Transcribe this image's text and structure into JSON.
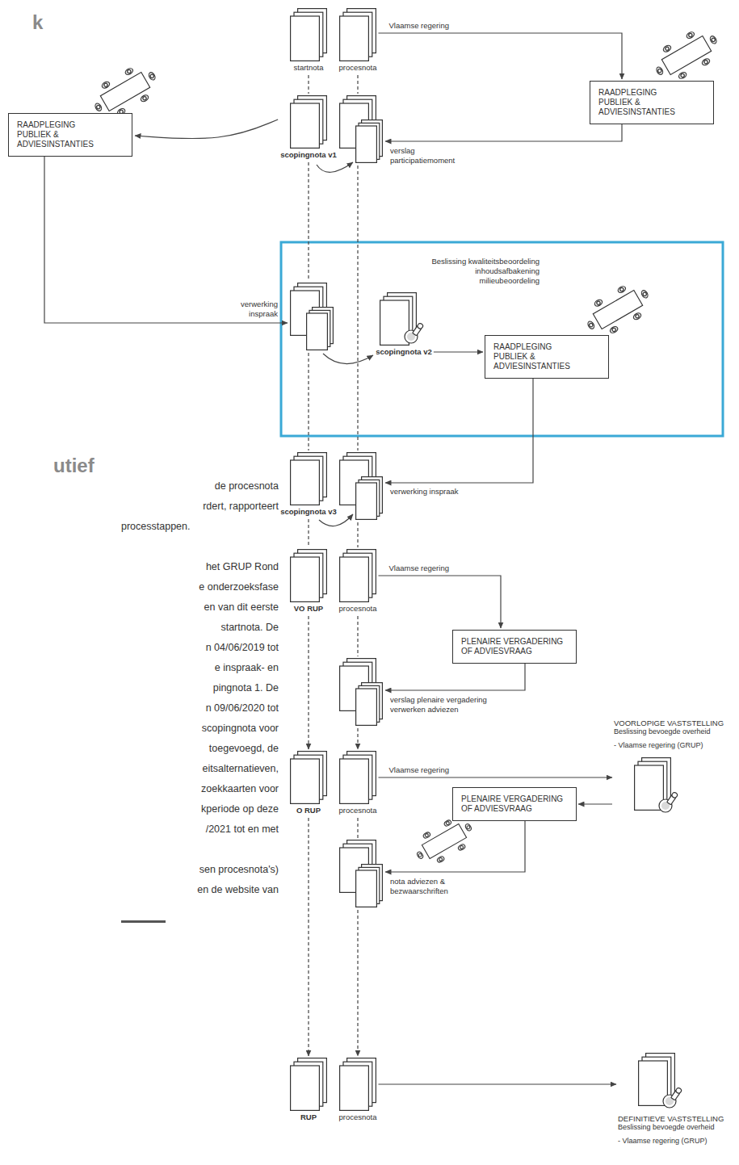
{
  "diagram": {
    "nodes": [
      {
        "text": [
          "startnota"
        ]
      },
      {
        "text": [
          "procesnota"
        ]
      },
      {
        "text": [
          "RAADPLEGING PUBLIEK & ADVIESINSTANTIES"
        ]
      },
      {
        "text": [
          "RAADPLEGING PUBLIEK & ADVIESINSTANTIES"
        ]
      },
      {
        "text": [
          "scopingnota v1"
        ]
      },
      {
        "text": [
          "scopingnota v2"
        ]
      },
      {
        "text": [
          "RAADPLEGING PUBLIEK & ADVIESINSTANTIES"
        ]
      },
      {
        "text": [
          "scopingnota v3"
        ]
      },
      {
        "text": [
          "VO RUP"
        ]
      },
      {
        "text": [
          "procesnota"
        ]
      },
      {
        "text": [
          "PLENAIRE VERGADERING OF ADVIESVRAAG"
        ]
      },
      {
        "text": [
          "VOORLOPIGE VASTSTELLING",
          "Beslissing bevoegde overheid",
          "- Vlaamse regering (GRUP)"
        ]
      },
      {
        "text": [
          "O RUP"
        ]
      },
      {
        "text": [
          "procesnota"
        ]
      },
      {
        "text": [
          "PLENAIRE VERGADERING OF ADVIESVRAAG"
        ]
      },
      {
        "text": [
          "RUP"
        ]
      },
      {
        "text": [
          "procesnota"
        ]
      },
      {
        "text": [
          "DEFINITIEVE VASTSTELLING",
          "Beslissing bevoegde overheid",
          "- Vlaamse regering (GRUP)"
        ]
      }
    ],
    "edges": [
      {
        "from": 0,
        "to": 4,
        "arrow": "none"
      },
      {
        "from": 1,
        "to": 2,
        "label": "Vlaamse regering",
        "arrow": "to"
      },
      {
        "from": 4,
        "to": 3,
        "arrow": "to"
      },
      {
        "from": 5,
        "to": 6,
        "arrow": "to"
      },
      {
        "from": 7,
        "to": 8,
        "arrow": "none"
      },
      {
        "from": 9,
        "to": 10,
        "label": "Vlaamse regering",
        "arrow": "to"
      },
      {
        "from": 8,
        "to": 12,
        "arrow": "to"
      },
      {
        "from": 13,
        "to": 11,
        "label": "Vlaamse regering",
        "arrow": "to"
      },
      {
        "from": 11,
        "to": 14,
        "arrow": "to"
      },
      {
        "from": 12,
        "to": 15,
        "arrow": "to"
      },
      {
        "from": 16,
        "to": 17,
        "arrow": "to"
      }
    ],
    "labels": [
      "k",
      "utief",
      "de procesnota",
      "rdert, rapporteert",
      "processtappen.",
      "het GRUP Rond",
      "e onderzoeksfase",
      "en van dit eerste",
      "startnota. De",
      "n 04/06/2019 tot",
      "e inspraak- en",
      "pingnota 1. De",
      "n 09/06/2020 tot",
      "scopingnota voor",
      "toegevoegd, de",
      "eitsalternatieven,",
      "zoekkaarten voor",
      "kperiode op deze",
      "/2021 tot en met",
      "sen procesnota's)",
      "en de website van",
      "verslag participatiemoment",
      "verwerking inspraak",
      "Beslissing kwaliteitsbeoordeling inhoudsafbakening milieubeoordeling",
      "verwerking inspraak",
      "verslag plenaire vergadering verwerken adviezen",
      "nota adviezen & bezwaarschriften"
    ]
  }
}
